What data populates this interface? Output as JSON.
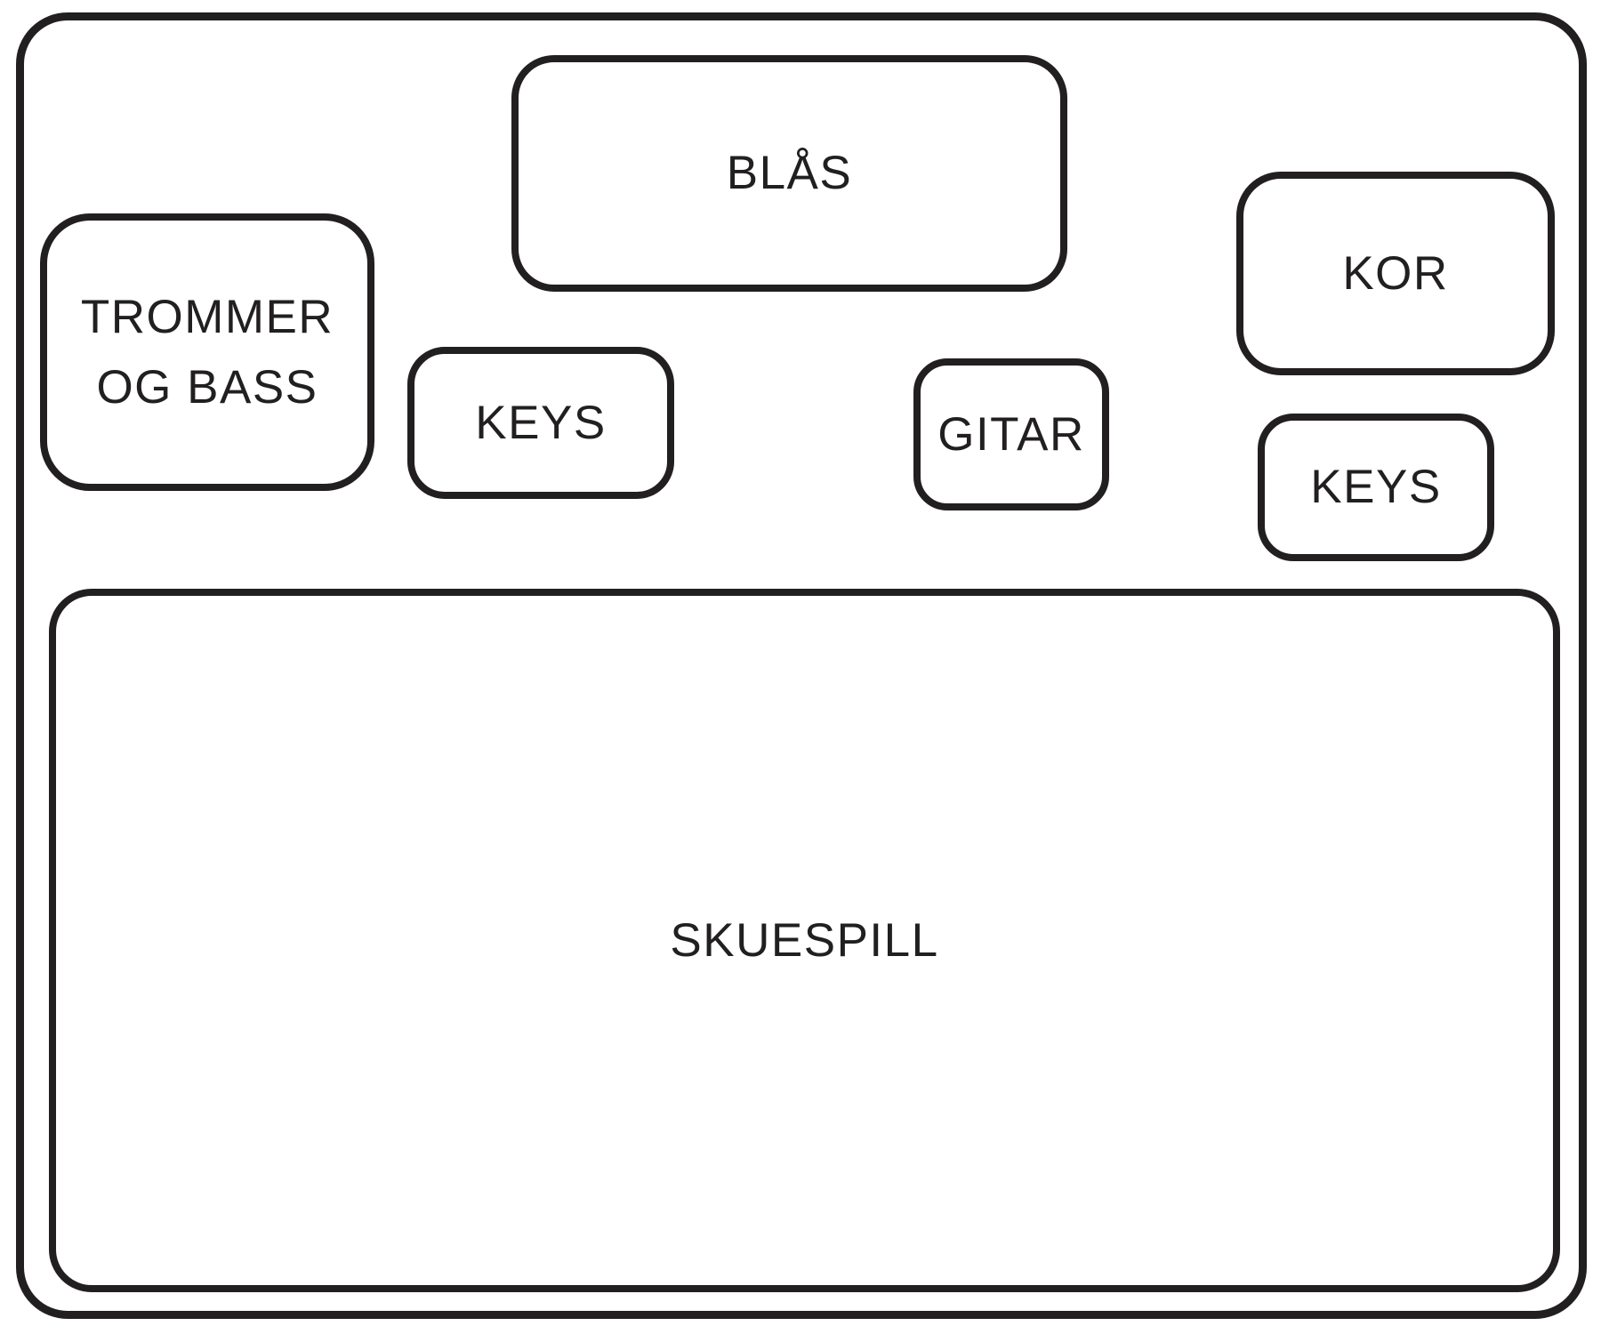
{
  "diagram": {
    "type": "stage-plot",
    "colors": {
      "line": "#221f20",
      "text": "#221f20",
      "background": "#ffffff"
    },
    "areas": {
      "blas": {
        "label": "BLÅS"
      },
      "trommer_og_bass": {
        "label": "TROMMER OG BASS"
      },
      "keys_left": {
        "label": "KEYS"
      },
      "gitar": {
        "label": "GITAR"
      },
      "kor": {
        "label": "KOR"
      },
      "keys_right": {
        "label": "KEYS"
      },
      "skuespill": {
        "label": "SKUESPILL"
      }
    }
  }
}
